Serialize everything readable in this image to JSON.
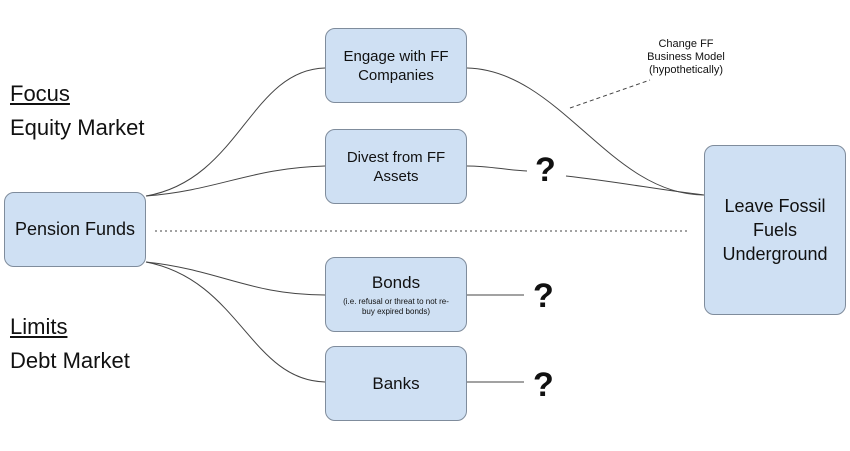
{
  "left_labels": {
    "focus": "Focus",
    "equity": "Equity Market",
    "limits": "Limits",
    "debt": "Debt Market"
  },
  "nodes": {
    "pension": "Pension Funds",
    "engage": "Engage with FF Companies",
    "divest": "Divest from FF Assets",
    "bonds": "Bonds",
    "bonds_note": "(i.e. refusal or threat to not re-buy expired bonds)",
    "banks": "Banks",
    "goal": "Leave Fossil Fuels Underground"
  },
  "annotation": {
    "line1": "Change FF",
    "line2": "Business Model",
    "line3": "(hypothetically)"
  },
  "question_mark": "?",
  "colors": {
    "box_fill": "#cfe0f3",
    "box_border": "#7f8c9c",
    "line": "#444444"
  }
}
